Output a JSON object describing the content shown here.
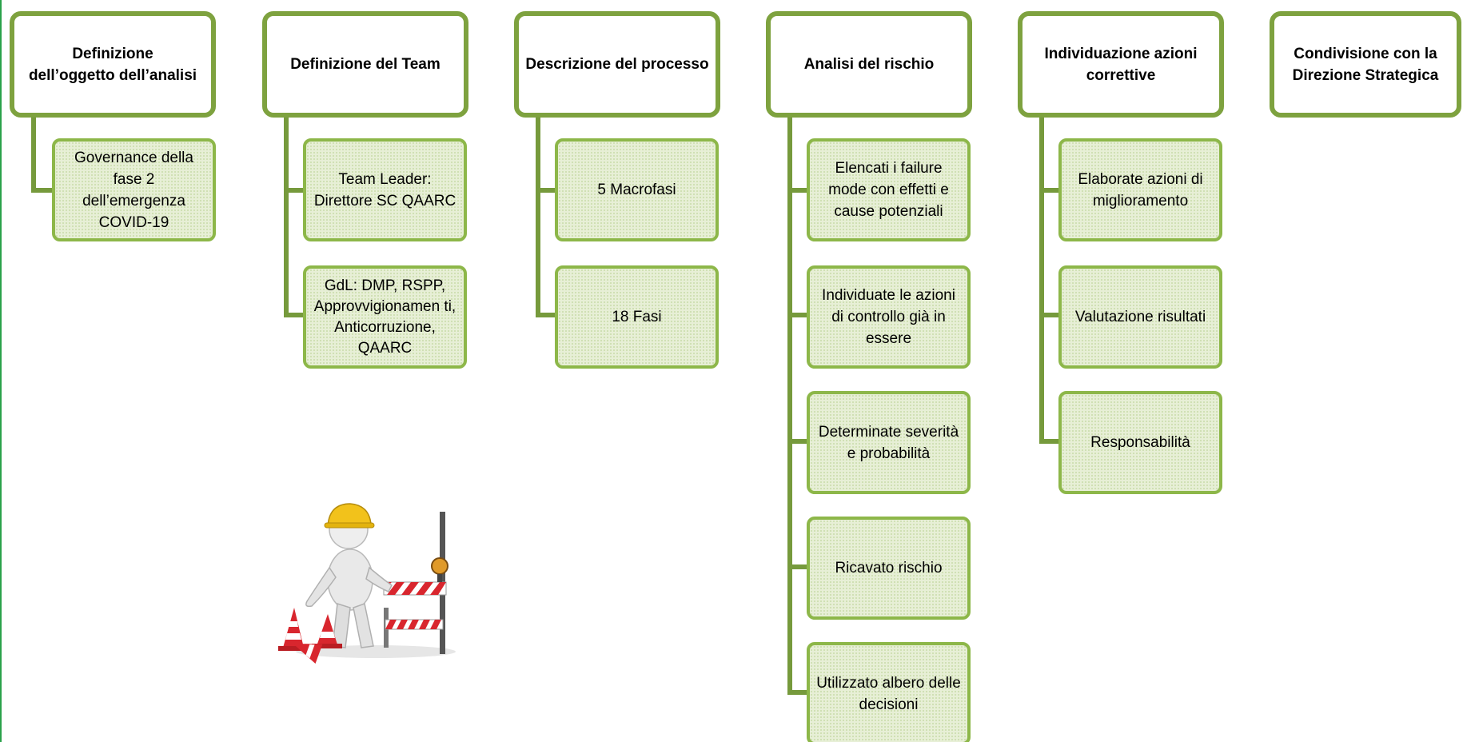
{
  "columns": [
    {
      "header": "Definizione\ndell’oggetto dell’analisi",
      "items": [
        "Governance della fase 2 dell’emergenza COVID-19"
      ]
    },
    {
      "header": "Definizione del Team",
      "items": [
        "Team Leader: Direttore SC QAARC",
        "GdL: DMP, RSPP, Approvvigionamen ti,  Anticorruzione, QAARC"
      ]
    },
    {
      "header": "Descrizione del processo",
      "items": [
        "5 Macrofasi",
        "18 Fasi"
      ]
    },
    {
      "header": "Analisi del rischio",
      "items": [
        "Elencati i failure mode con effetti e cause potenziali",
        "Individuate le azioni di controllo già in essere",
        "Determinate severità e probabilità",
        "Ricavato rischio",
        "Utilizzato albero delle decisioni"
      ]
    },
    {
      "header": "Individuazione azioni correttive",
      "items": [
        "Elaborate azioni di miglioramento",
        "Valutazione risultati",
        "Responsabilità"
      ]
    },
    {
      "header": "Condivisione con la Direzione Strategica",
      "items": []
    }
  ],
  "colors": {
    "header_border": "#7ea23f",
    "child_border": "#8db749",
    "child_fill": "#e7efd6",
    "connector": "#769a3c",
    "page_left_rule": "#2aa24a"
  },
  "illustration": "worker-with-road-barrier-and-cones"
}
